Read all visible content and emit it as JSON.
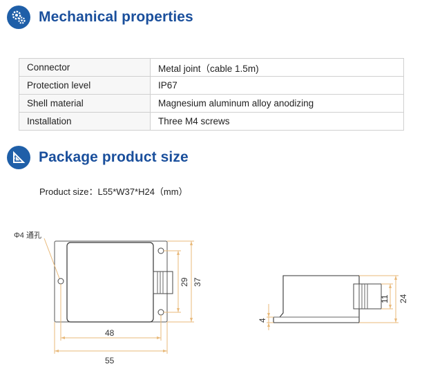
{
  "mechanical": {
    "title": "Mechanical properties",
    "icon": "gears-icon",
    "rows": [
      {
        "label": "Connector",
        "value": "Metal joint（cable 1.5m)"
      },
      {
        "label": "Protection level",
        "value": "IP67"
      },
      {
        "label": "Shell material",
        "value": "Magnesium aluminum alloy anodizing"
      },
      {
        "label": "Installation",
        "value": "Three M4 screws"
      }
    ]
  },
  "package": {
    "title": "Package product size",
    "icon": "ruler-triangle-icon",
    "size_text": "Product size：L55*W37*H24（mm）"
  },
  "drawing": {
    "hole_label": "Φ4 通孔",
    "dim_48": "48",
    "dim_55": "55",
    "dim_29": "29",
    "dim_37": "37",
    "dim_4": "4",
    "dim_11": "11",
    "dim_24": "24"
  },
  "colors": {
    "accent": "#1f5fa8",
    "dimension": "#e8b97a"
  }
}
